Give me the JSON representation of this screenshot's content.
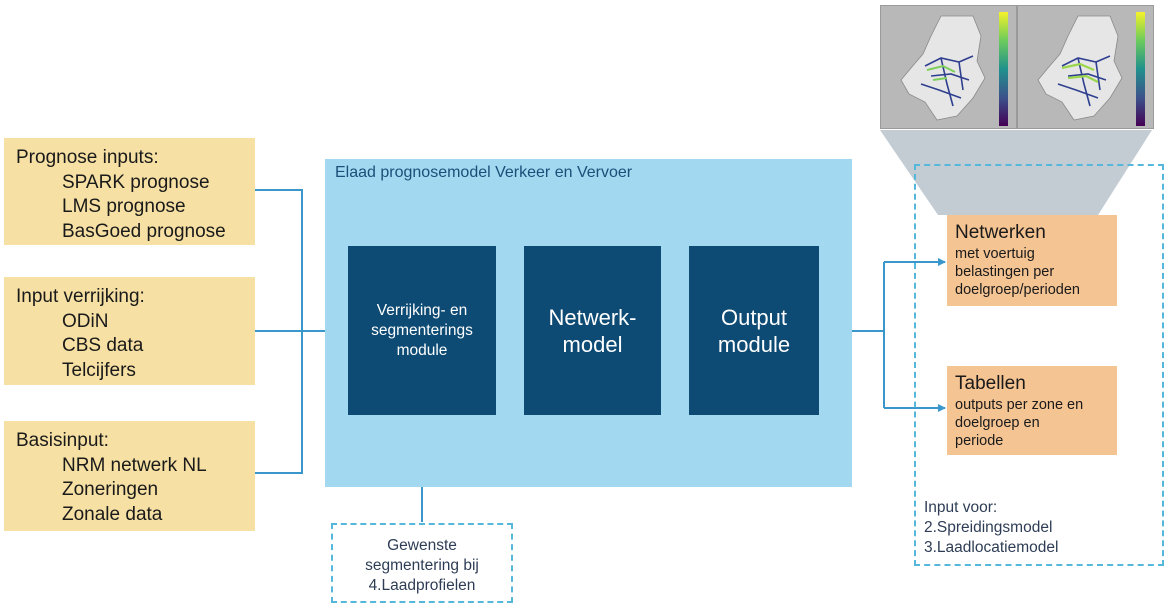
{
  "inputs": {
    "prognose": {
      "heading": "Prognose inputs:",
      "items": [
        "SPARK prognose",
        "LMS prognose",
        "BasGoed prognose"
      ]
    },
    "verrijking": {
      "heading": "Input verrijking:",
      "items": [
        "ODiN",
        "CBS data",
        "Telcijfers"
      ]
    },
    "basis": {
      "heading": "Basisinput:",
      "items": [
        "NRM netwerk NL",
        "Zoneringen",
        "Zonale data"
      ]
    }
  },
  "model": {
    "title": "Elaad prognosemodel Verkeer en Vervoer",
    "modules": {
      "verrijking": [
        "Verrijking- en",
        "segmenterings",
        "module"
      ],
      "netwerk": [
        "Netwerk-",
        "model"
      ],
      "output": [
        "Output",
        "module"
      ]
    }
  },
  "segmentation_note": [
    "Gewenste",
    "segmentering bij",
    "4.Laadprofielen"
  ],
  "outputs": {
    "netwerken": {
      "title": "Netwerken",
      "lines": [
        "met voertuig",
        "belastingen per",
        "doelgroep/perioden"
      ]
    },
    "tabellen": {
      "title": "Tabellen",
      "lines": [
        "outputs per zone en",
        "doelgroep en",
        "periode"
      ]
    },
    "note": [
      "Input voor:",
      "2.Spreidingsmodel",
      "3.Laadlocatiemodel"
    ]
  },
  "colors": {
    "input_fill": "#f6e0a4",
    "panel_fill": "#a3d8f1",
    "module_fill": "#0d4a74",
    "output_fill": "#f5c493",
    "connector": "#3a97cc",
    "dashed_border": "#55b7da",
    "map_projection": "#c3cbd3"
  }
}
